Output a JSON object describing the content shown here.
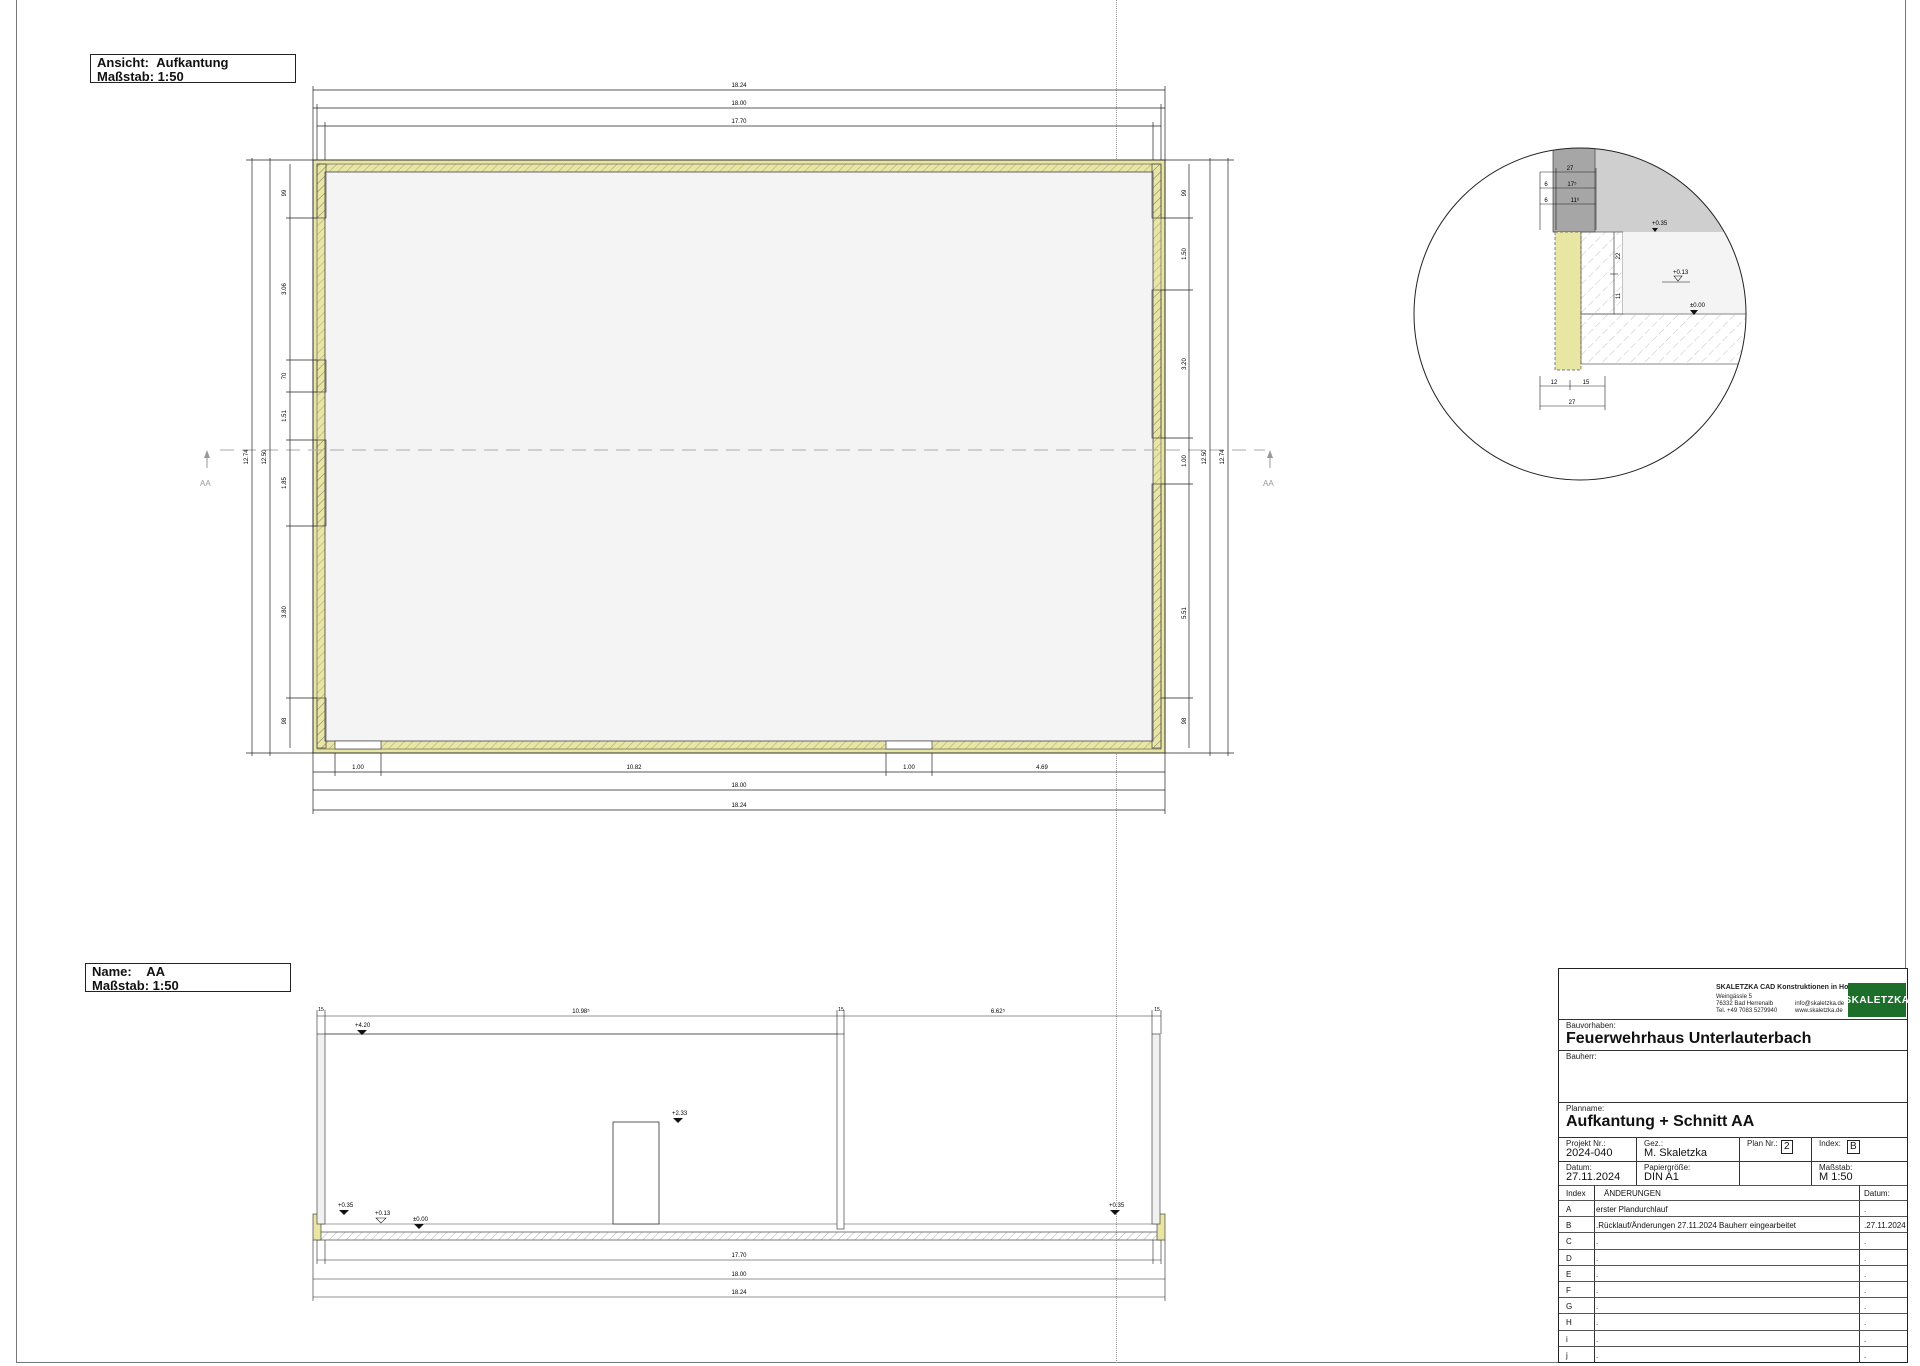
{
  "view_label": {
    "line1_key": "Ansicht:",
    "line1_val": "Aufkantung",
    "line2": "Maßstab: 1:50"
  },
  "section_label": {
    "line1_key": "Name:",
    "line1_val": "AA",
    "line2": "Maßstab: 1:50"
  },
  "plan": {
    "dims_top": [
      "18.24",
      "18.00",
      "17.70"
    ],
    "dims_bottom_segments": [
      "1.00",
      "10.82",
      "1.00",
      "4.69"
    ],
    "dims_bottom_totals": [
      "18.00",
      "18.24"
    ],
    "dims_left": [
      "12.74",
      "12.50",
      "99",
      "3.06",
      "70",
      "1.51",
      "1.85",
      "3.80",
      "98"
    ],
    "dims_right": [
      "12.74",
      "12.50",
      "99",
      "1.50",
      "3.20",
      "1.00",
      "5.51",
      "98"
    ],
    "section_mark": "AA"
  },
  "detail": {
    "dims": [
      "27",
      "17⁵",
      "6",
      "11⁶",
      "6",
      "22",
      "11",
      "12",
      "15",
      "27"
    ],
    "levels": [
      "+0.35",
      "+0.13",
      "±0.00"
    ]
  },
  "section": {
    "dims_top": [
      "10.98⁵",
      "6.62⁵",
      "15",
      "15",
      "15"
    ],
    "levels": [
      "+4.20",
      "+2.33",
      "+0.35",
      "+0.13",
      "±0.00",
      "+0.35"
    ],
    "dims_bottom": [
      "17.70",
      "18.00",
      "18.24"
    ]
  },
  "title_block": {
    "company": "SKALETZKA CAD Konstruktionen in Holz",
    "address1": "Weingässle 5",
    "address2": "76332 Bad Herrenalb",
    "phone": "Tel. +49 7083 5279940",
    "email": "info@skaletzka.de",
    "web": "www.skaletzka.de",
    "logo_text": "SKALETZKA",
    "bauvorhaben_cap": "Bauvorhaben:",
    "bauvorhaben": "Feuerwehrhaus Unterlauterbach",
    "bauherr_cap": "Bauherr:",
    "planname_cap": "Planname:",
    "planname": "Aufkantung + Schnitt AA",
    "projekt_cap": "Projekt Nr.:",
    "projekt": "2024-040",
    "gez_cap": "Gez.:",
    "gez": "M. Skaletzka",
    "plannr_cap": "Plan Nr.:",
    "plannr": "2",
    "index_cap": "Index:",
    "index": "B",
    "datum_cap": "Datum:",
    "datum": "27.11.2024",
    "papier_cap": "Papiergröße:",
    "papier": "DIN A1",
    "massstab_cap": "Maßstab:",
    "massstab": "M 1:50",
    "changes_head": {
      "index": "Index",
      "text": "ÄNDERUNGEN",
      "date": "Datum:"
    },
    "changes": [
      {
        "index": "A",
        "text": "erster Plandurchlauf",
        "date": "."
      },
      {
        "index": "B",
        "text": ".Rücklauf/Änderungen 27.11.2024 Bauherr eingearbeitet",
        "date": ".27.11.2024"
      },
      {
        "index": "C",
        "text": ".",
        "date": "."
      },
      {
        "index": "D",
        "text": ".",
        "date": "."
      },
      {
        "index": "E",
        "text": ".",
        "date": "."
      },
      {
        "index": "F",
        "text": ".",
        "date": "."
      },
      {
        "index": "G",
        "text": ".",
        "date": "."
      },
      {
        "index": "H",
        "text": ".",
        "date": "."
      },
      {
        "index": "i",
        "text": ".",
        "date": "."
      },
      {
        "index": "j",
        "text": ".",
        "date": "."
      }
    ]
  }
}
